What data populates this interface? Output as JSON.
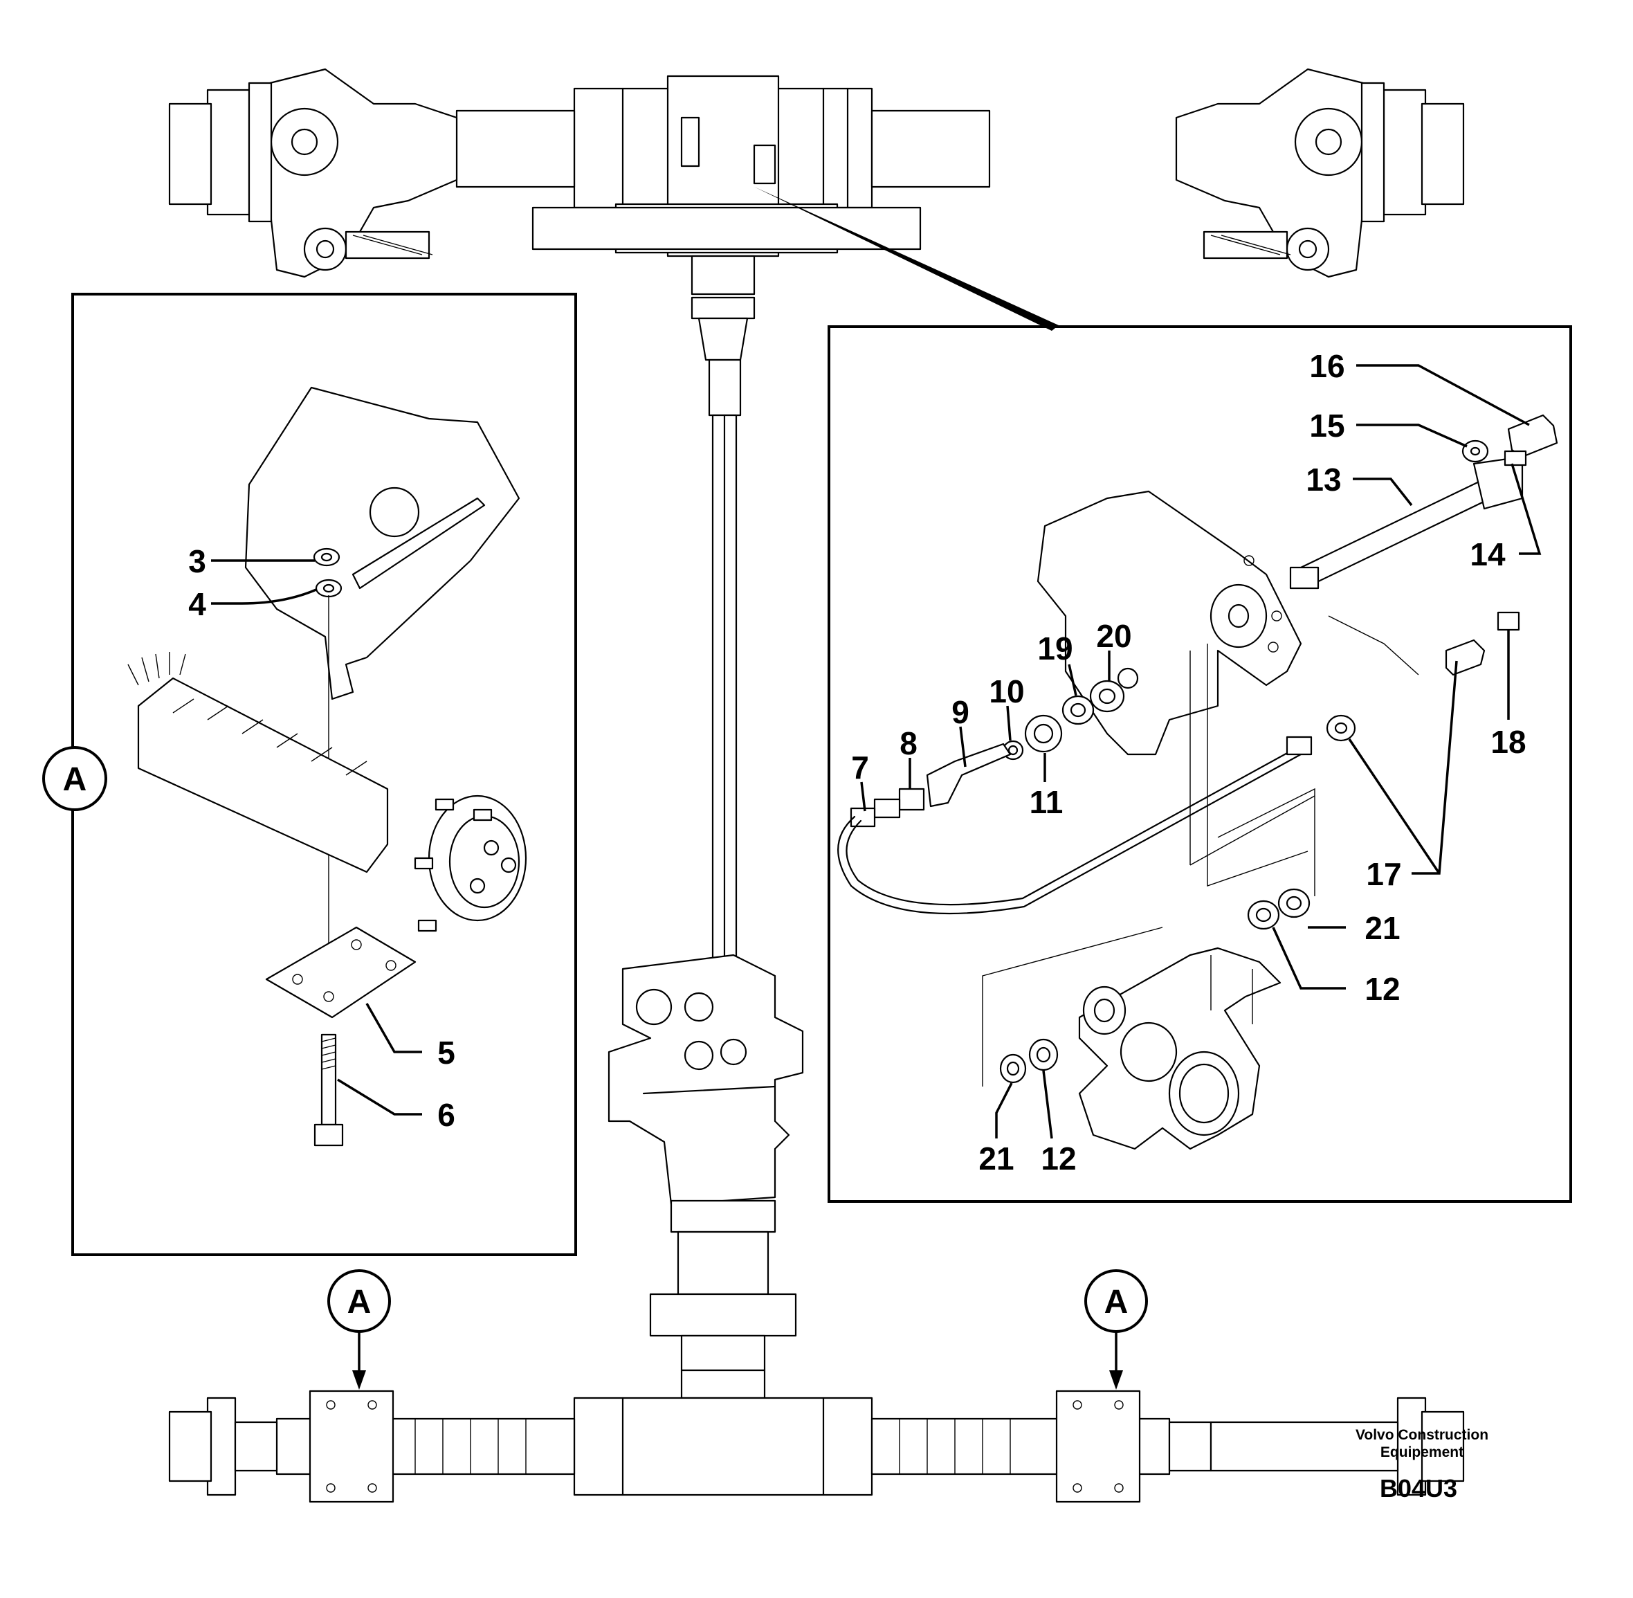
{
  "callouts": {
    "c3": "3",
    "c4": "4",
    "c5": "5",
    "c6": "6",
    "c7": "7",
    "c8": "8",
    "c9": "9",
    "c10": "10",
    "c11": "11",
    "c12a": "12",
    "c12b": "12",
    "c13": "13",
    "c14": "14",
    "c15": "15",
    "c16": "16",
    "c17": "17",
    "c18": "18",
    "c19": "19",
    "c20": "20",
    "c21a": "21",
    "c21b": "21"
  },
  "detail_refs": {
    "left": "A",
    "bottom_left": "A",
    "bottom_right": "A"
  },
  "footer": {
    "brand_line1": "Volvo Construction",
    "brand_line2": "Equipement",
    "drawing_code": "B04U3"
  }
}
